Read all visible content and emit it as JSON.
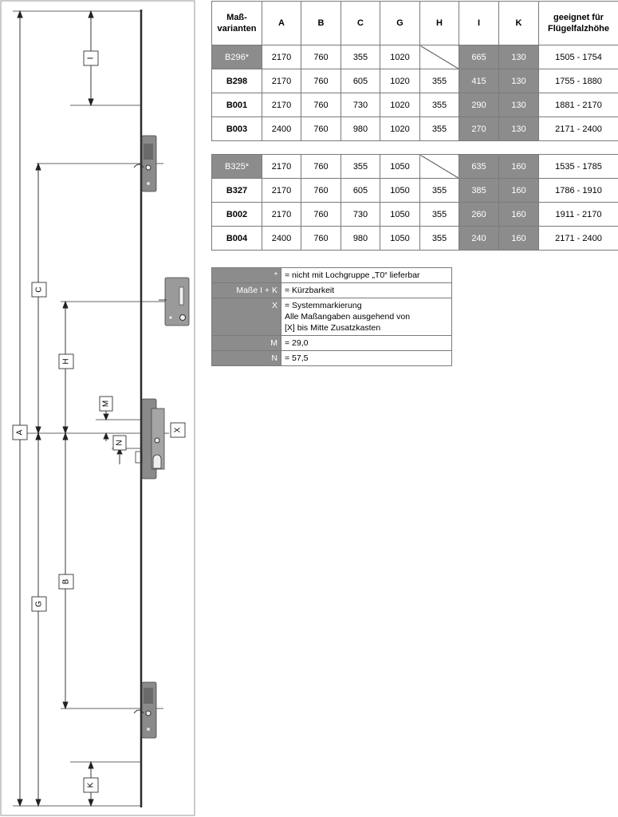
{
  "drawing": {
    "labels": {
      "A": "A",
      "B": "B",
      "C": "C",
      "G": "G",
      "H": "H",
      "I": "I",
      "K": "K",
      "M": "M",
      "N": "N",
      "X": "X"
    }
  },
  "table1": {
    "headers": [
      "Maß-\nvarianten",
      "A",
      "B",
      "C",
      "G",
      "H",
      "I",
      "K",
      "geeignet für\nFlügelfalzhöhe"
    ],
    "rows": [
      {
        "code": "B296*",
        "a": "2170",
        "b": "760",
        "c": "355",
        "g": "1020",
        "h": "",
        "i": "665",
        "k": "130",
        "fh": "1505 - 1754",
        "highlight": true
      },
      {
        "code": "B298",
        "a": "2170",
        "b": "760",
        "c": "605",
        "g": "1020",
        "h": "355",
        "i": "415",
        "k": "130",
        "fh": "1755 - 1880",
        "highlight": false
      },
      {
        "code": "B001",
        "a": "2170",
        "b": "760",
        "c": "730",
        "g": "1020",
        "h": "355",
        "i": "290",
        "k": "130",
        "fh": "1881 - 2170",
        "highlight": false
      },
      {
        "code": "B003",
        "a": "2400",
        "b": "760",
        "c": "980",
        "g": "1020",
        "h": "355",
        "i": "270",
        "k": "130",
        "fh": "2171 - 2400",
        "highlight": false
      }
    ]
  },
  "table2": {
    "rows": [
      {
        "code": "B325*",
        "a": "2170",
        "b": "760",
        "c": "355",
        "g": "1050",
        "h": "",
        "i": "635",
        "k": "160",
        "fh": "1535 - 1785",
        "highlight": true
      },
      {
        "code": "B327",
        "a": "2170",
        "b": "760",
        "c": "605",
        "g": "1050",
        "h": "355",
        "i": "385",
        "k": "160",
        "fh": "1786 - 1910",
        "highlight": false
      },
      {
        "code": "B002",
        "a": "2170",
        "b": "760",
        "c": "730",
        "g": "1050",
        "h": "355",
        "i": "260",
        "k": "160",
        "fh": "1911 - 2170",
        "highlight": false
      },
      {
        "code": "B004",
        "a": "2400",
        "b": "760",
        "c": "980",
        "g": "1050",
        "h": "355",
        "i": "240",
        "k": "160",
        "fh": "2171 - 2400",
        "highlight": false
      }
    ]
  },
  "legend": [
    {
      "key": "*",
      "value": "=  nicht mit Lochgruppe „T0“ lieferbar"
    },
    {
      "key": "Maße I + K",
      "value": "=  Kürzbarkeit"
    },
    {
      "key": "X",
      "value": "=  Systemmarkierung\n    Alle Maßangaben ausgehend von\n    [X] bis Mitte Zusatzkasten"
    },
    {
      "key": "M",
      "value": "=  29,0"
    },
    {
      "key": "N",
      "value": "=  57,5"
    }
  ]
}
